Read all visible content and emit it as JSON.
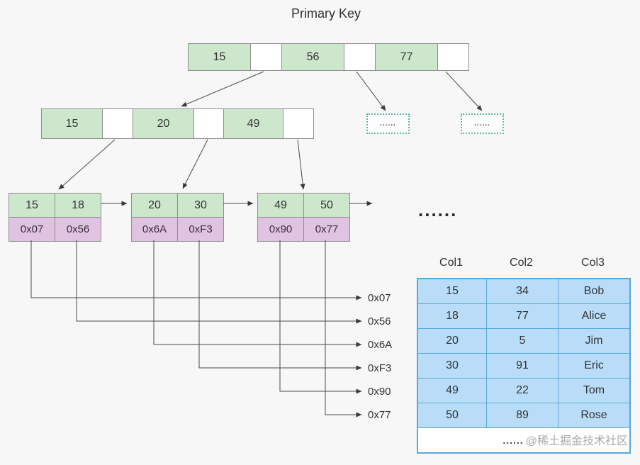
{
  "title": "Primary Key",
  "colors": {
    "background": "#f7f7f8",
    "key_cell_green": "#cde7cc",
    "pointer_cell_purple": "#e0c2e1",
    "node_border_gray": "#8f8f8f",
    "table_blue_fill": "#b9ddf8",
    "table_blue_border": "#57a7dc",
    "dashed_box_teal": "#5cb89a",
    "line_color": "#3a3a3a"
  },
  "root_node": {
    "keys": [
      "15",
      "56",
      "77"
    ]
  },
  "internal_node": {
    "keys": [
      "15",
      "20",
      "49"
    ]
  },
  "leaf_nodes": [
    {
      "keys": [
        "15",
        "18"
      ],
      "pointers": [
        "0x07",
        "0x56"
      ]
    },
    {
      "keys": [
        "20",
        "30"
      ],
      "pointers": [
        "0x6A",
        "0xF3"
      ]
    },
    {
      "keys": [
        "49",
        "50"
      ],
      "pointers": [
        "0x90",
        "0x77"
      ]
    }
  ],
  "dashed_placeholders": [
    "......",
    "......"
  ],
  "leaf_level_ellipsis": "......",
  "pointer_labels": [
    "0x07",
    "0x56",
    "0x6A",
    "0xF3",
    "0x90",
    "0x77"
  ],
  "table": {
    "headers": [
      "Col1",
      "Col2",
      "Col3"
    ],
    "rows": [
      [
        "15",
        "34",
        "Bob"
      ],
      [
        "18",
        "77",
        "Alice"
      ],
      [
        "20",
        "5",
        "Jim"
      ],
      [
        "30",
        "91",
        "Eric"
      ],
      [
        "49",
        "22",
        "Tom"
      ],
      [
        "50",
        "89",
        "Rose"
      ]
    ],
    "footer_ellipsis": "......",
    "watermark": "@稀土掘金技术社区"
  }
}
